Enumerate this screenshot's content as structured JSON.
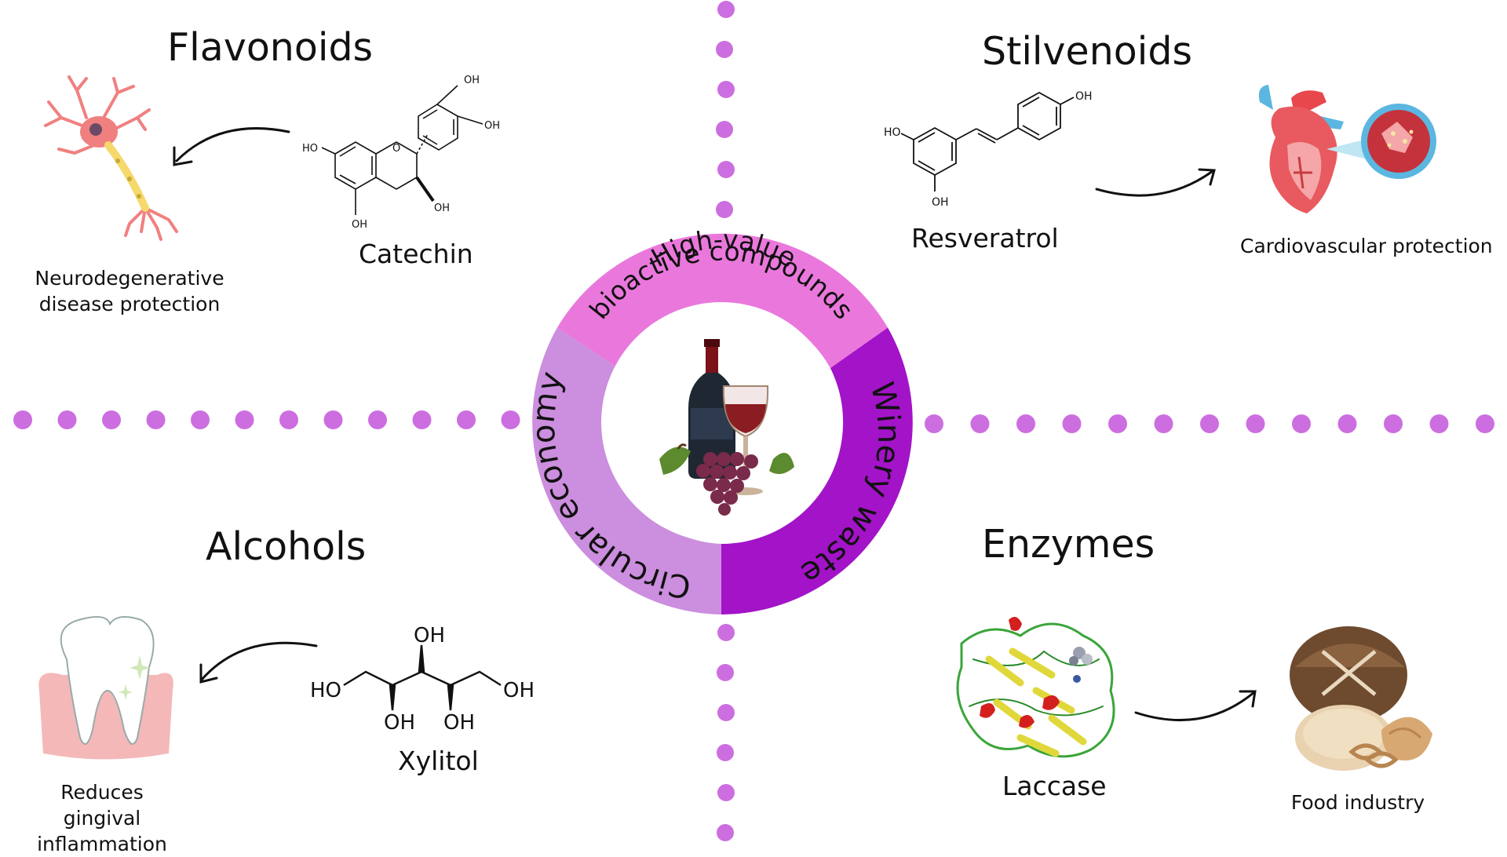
{
  "colors": {
    "dots": "#cc6ee0",
    "ring_high_value": "#ea78dc",
    "ring_winery_waste": "#a313c8",
    "ring_circular_economy": "#cc8ede",
    "arrow": "#111111"
  },
  "ring": {
    "high_value": "High-value bioactive compounds",
    "high_value_line1": "High-value",
    "high_value_line2": "bioactive compounds",
    "winery_waste": "Winery waste",
    "circular_economy": "Circular economy",
    "center_icon": "wine-bottle-glass-grapes-icon"
  },
  "quadrants": {
    "flavonoids": {
      "heading": "Flavonoids",
      "compound": "Catechin",
      "benefit": "Neurodegenerative disease protection",
      "benefit_icon": "neuron-icon",
      "structure_labels": {
        "oh1": "OH",
        "oh2": "OH",
        "ho": "HO",
        "o": "O",
        "oh3": "OH",
        "oh4": "OH"
      }
    },
    "stilbenoids": {
      "heading": "Stilvenoids",
      "compound": "Resveratrol",
      "benefit": "Cardiovascular protection",
      "benefit_icon": "heart-icon",
      "structure_labels": {
        "oh_top": "OH",
        "ho": "HO",
        "oh_bottom": "OH"
      }
    },
    "alcohols": {
      "heading": "Alcohols",
      "compound": "Xylitol",
      "benefit": "Reduces gingival inflammation",
      "benefit_icon": "tooth-icon",
      "structure_labels": {
        "oh_top": "OH",
        "ho_left": "HO",
        "oh_right": "OH",
        "oh_b1": "OH",
        "oh_b2": "OH"
      }
    },
    "enzymes": {
      "heading": "Enzymes",
      "compound": "Laccase",
      "benefit": "Food industry",
      "benefit_icon": "bread-icon",
      "structure_icon": "protein-ribbon-icon"
    }
  }
}
